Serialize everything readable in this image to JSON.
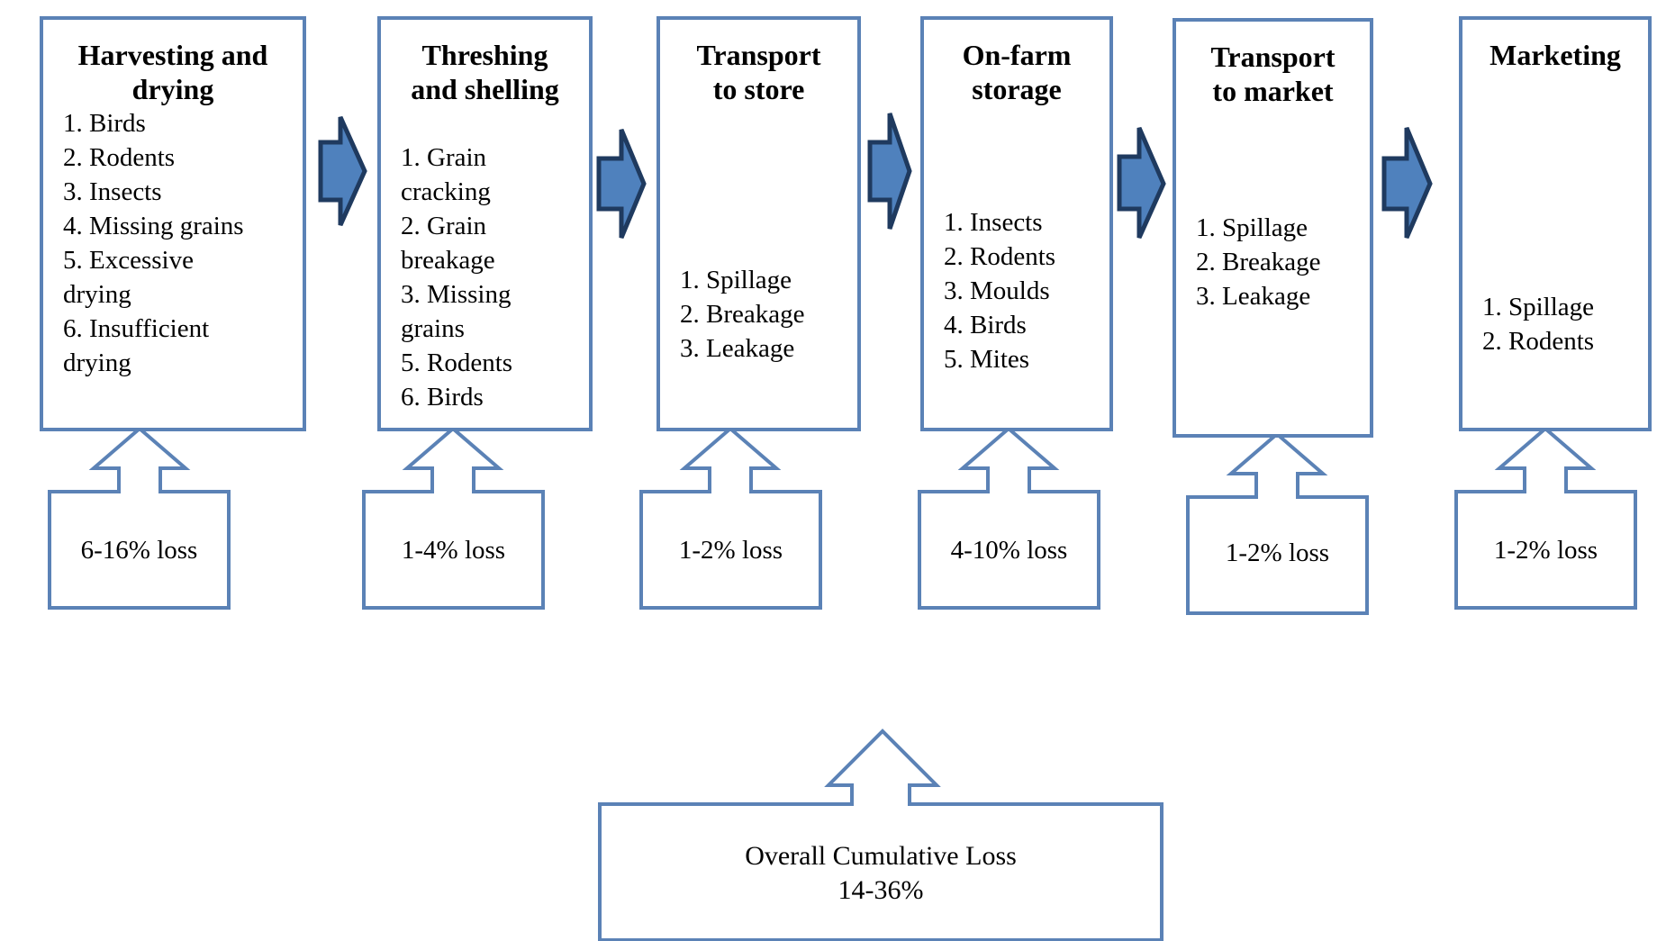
{
  "colors": {
    "box_border": "#5b82b6",
    "arrow_fill": "#4f81bd",
    "arrow_stroke": "#1f3a5f"
  },
  "stages": [
    {
      "title": "Harvesting and\ndrying",
      "body": "1. Birds\n2. Rodents\n3. Insects\n4. Missing grains\n5. Excessive\ndrying\n6. Insufficient\ndrying",
      "loss": "6-16% loss"
    },
    {
      "title": "Threshing\nand shelling",
      "body": "1. Grain\ncracking\n2. Grain\nbreakage\n3. Missing\ngrains\n5. Rodents\n6. Birds",
      "loss": "1-4% loss"
    },
    {
      "title": "Transport\nto store",
      "body": "1. Spillage\n2. Breakage\n3. Leakage",
      "loss": "1-2% loss"
    },
    {
      "title": "On-farm\nstorage",
      "body": "1. Insects\n2. Rodents\n3. Moulds\n4. Birds\n5. Mites",
      "loss": "4-10% loss"
    },
    {
      "title": "Transport\nto market",
      "body": "1. Spillage\n2. Breakage\n3. Leakage",
      "loss": "1-2% loss"
    },
    {
      "title": "Marketing",
      "body": "1. Spillage\n2. Rodents",
      "loss": "1-2% loss"
    }
  ],
  "overall": {
    "label": "Overall Cumulative Loss",
    "value": "14-36%"
  }
}
